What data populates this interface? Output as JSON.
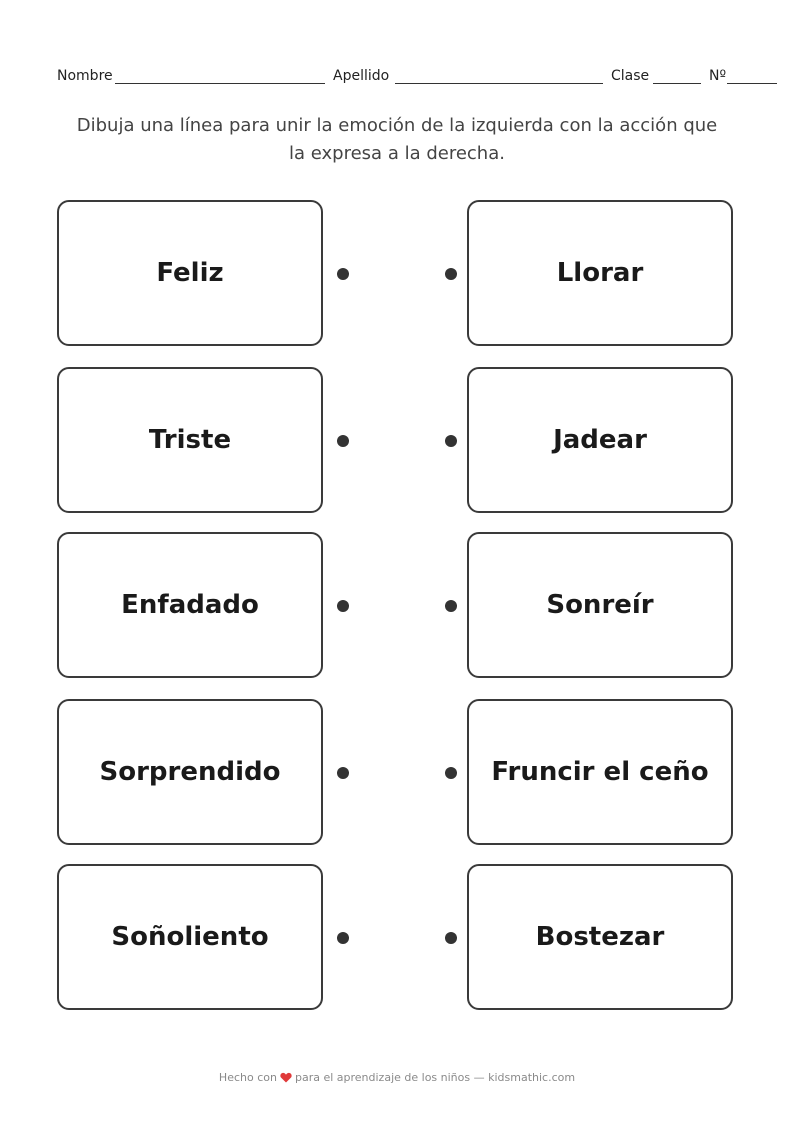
{
  "header": {
    "name_label": "Nombre",
    "surname_label": "Apellido",
    "class_label": "Clase",
    "number_label": "Nº"
  },
  "instructions": {
    "line1": "Dibuja una línea para unir la emoción de la izquierda con la acción que",
    "line2": "la expresa a la derecha."
  },
  "emotions": [
    "Feliz",
    "Triste",
    "Enfadado",
    "Sorprendido",
    "Soñoliento"
  ],
  "actions": [
    "Llorar",
    "Jadear",
    "Sonreír",
    "Fruncir el ceño",
    "Bostezar"
  ],
  "footer": {
    "prefix": "Hecho con",
    "icon": "heart-icon",
    "suffix": "para el aprendizaje de los niños — kidsmathic.com",
    "heart_color": "#e03a3a"
  }
}
